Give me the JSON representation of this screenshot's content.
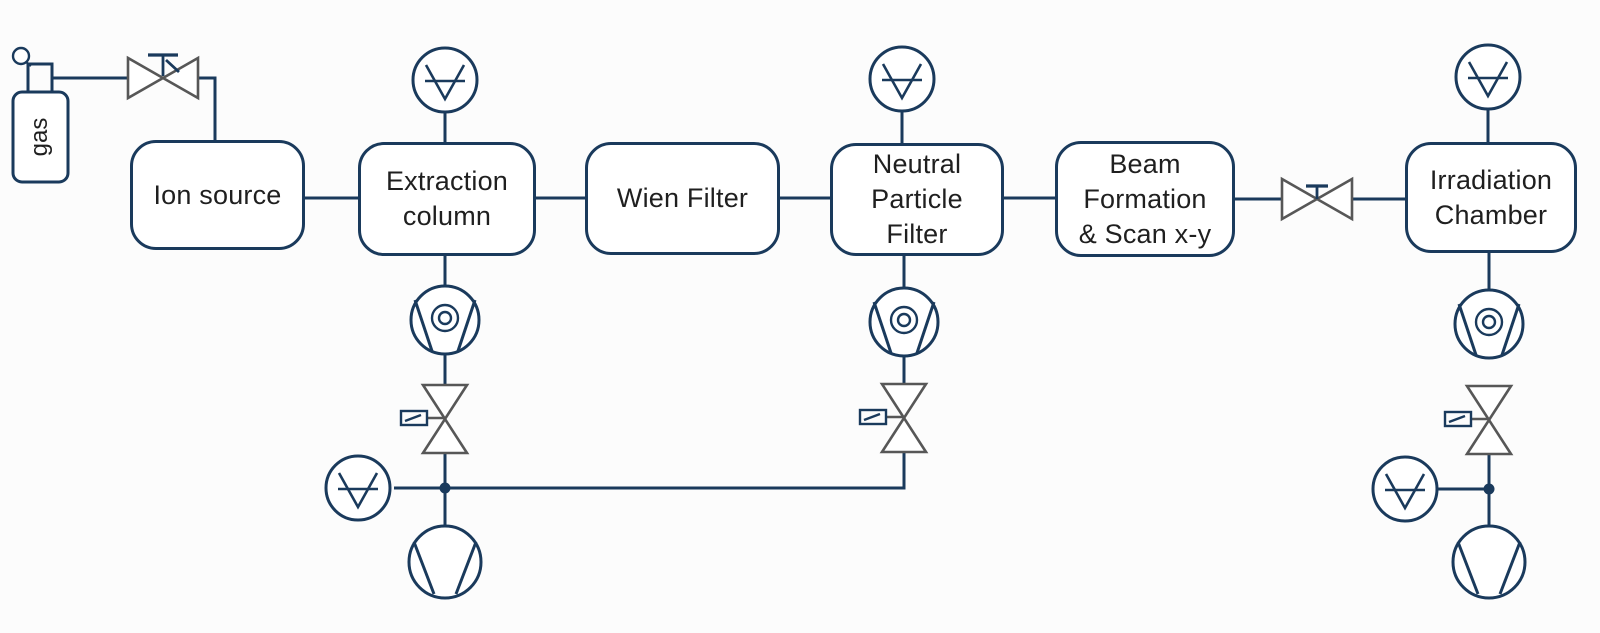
{
  "diagram": {
    "boxes": {
      "ion_source": {
        "label": "Ion source"
      },
      "extraction_column": {
        "label": "Extraction\ncolumn"
      },
      "wien_filter": {
        "label": "Wien Filter"
      },
      "neutral_particle_filter": {
        "label": "Neutral\nParticle\nFilter"
      },
      "beam_formation": {
        "label": "Beam\nFormation\n& Scan x-y"
      },
      "irradiation_chamber": {
        "label": "Irradiation\nChamber"
      }
    },
    "gas_bottle": {
      "label": "gas"
    },
    "icons": {
      "vacuum_gauge": "vacuum-gauge-icon",
      "turbo_pump": "turbo-pump-icon",
      "backing_pump": "backing-pump-icon",
      "solenoid_valve": "solenoid-valve-icon",
      "manual_valve": "manual-valve-icon",
      "gate_valve": "gate-valve-icon",
      "gas_cylinder": "gas-cylinder-icon",
      "junction": "junction-dot"
    },
    "colors": {
      "line": "#1a3a5c",
      "valve_outline": "#575757",
      "text": "#1f1f1f",
      "background": "#fcfcfc"
    }
  }
}
